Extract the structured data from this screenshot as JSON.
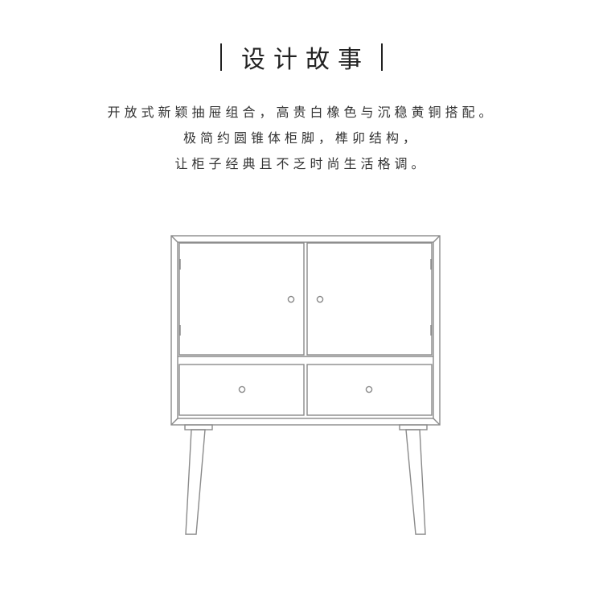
{
  "header": {
    "title": "设计故事"
  },
  "description": {
    "line1": "开放式新颖抽屉组合，高贵白橡色与沉稳黄铜搭配。",
    "line2": "极简约圆锥体柜脚，榫卯结构，",
    "line3": "让柜子经典且不乏时尚生活格调。"
  },
  "illustration": {
    "name": "cabinet-line-drawing",
    "stroke_color": "#8a8a8a"
  }
}
